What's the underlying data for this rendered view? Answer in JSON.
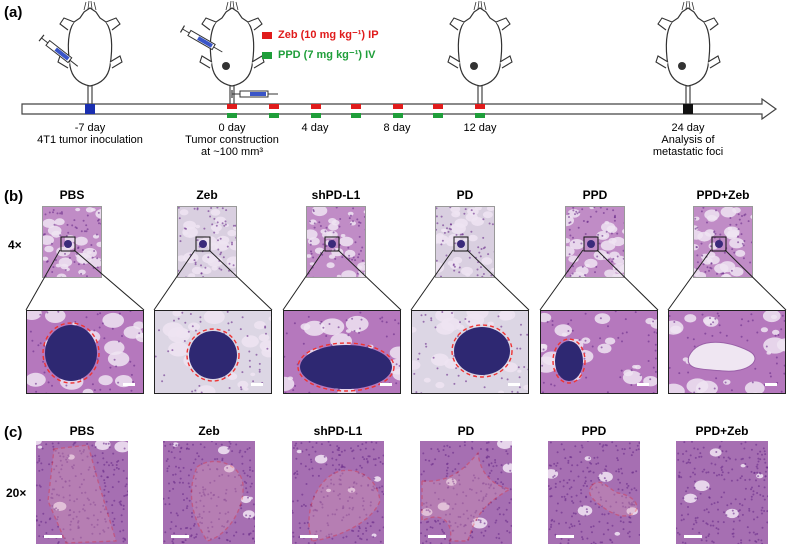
{
  "panels": {
    "a": "(a)",
    "b": "(b)",
    "c": "(c)"
  },
  "legend": {
    "zeb": {
      "text": "Zeb (10 mg kg⁻¹) IP",
      "color": "#e01b1b"
    },
    "ppd": {
      "text": "PPD (7 mg kg⁻¹) IV",
      "color": "#1f9e3a"
    }
  },
  "timeline": {
    "labels": [
      {
        "id": "m7",
        "line1": "-7 day",
        "line2": "4T1 tumor inoculation",
        "line3": ""
      },
      {
        "id": "d0",
        "line1": "0 day",
        "line2": "Tumor construction",
        "line3": "at ~100 mm³"
      },
      {
        "id": "d4",
        "line1": "4 day",
        "line2": "",
        "line3": ""
      },
      {
        "id": "d8",
        "line1": "8 day",
        "line2": "",
        "line3": ""
      },
      {
        "id": "d12",
        "line1": "12 day",
        "line2": "",
        "line3": ""
      },
      {
        "id": "d24",
        "line1": "24 day",
        "line2": "Analysis of",
        "line3": "metastatic foci"
      }
    ],
    "marker_colors": {
      "inoculation": "#1a2fb0",
      "analysis": "#111111"
    }
  },
  "groups": [
    "PBS",
    "Zeb",
    "shPD-L1",
    "PD",
    "PPD",
    "PPD+Zeb"
  ],
  "magnification": {
    "b": "4×",
    "c": "20×"
  }
}
